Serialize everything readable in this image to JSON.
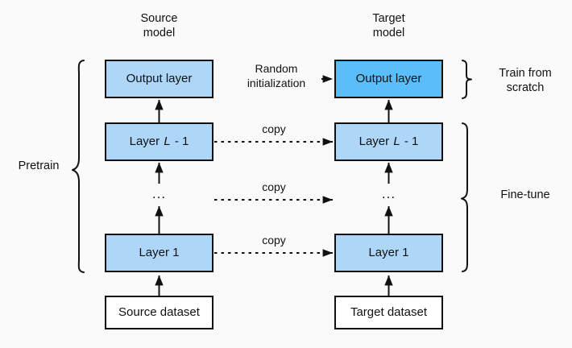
{
  "diagram": {
    "title_source": "Source\nmodel",
    "title_target": "Target\nmodel",
    "background": "#fafafa",
    "colors": {
      "source_layer_fill": "#aed6f8",
      "target_layer_fill": "#aed6f8",
      "target_output_fill": "#5cbdfb",
      "dataset_fill": "#ffffff",
      "stroke": "#111111"
    },
    "columns": [
      {
        "name": "source",
        "heading_line1": "Source",
        "heading_line2": "model",
        "nodes": [
          {
            "label": "Output layer",
            "kind": "layer"
          },
          {
            "label_prefix": "Layer ",
            "label_italic": "L",
            "label_suffix": " - 1",
            "label": "Layer L - 1",
            "kind": "layer"
          },
          {
            "label": "...",
            "kind": "ellipsis"
          },
          {
            "label": "Layer 1",
            "kind": "layer"
          },
          {
            "label": "Source dataset",
            "kind": "dataset"
          }
        ]
      },
      {
        "name": "target",
        "heading_line1": "Target",
        "heading_line2": "model",
        "nodes": [
          {
            "label": "Output layer",
            "kind": "output-highlight"
          },
          {
            "label_prefix": "Layer ",
            "label_italic": "L",
            "label_suffix": " - 1",
            "label": "Layer L - 1",
            "kind": "layer"
          },
          {
            "label": "...",
            "kind": "ellipsis"
          },
          {
            "label": "Layer 1",
            "kind": "layer"
          },
          {
            "label": "Target dataset",
            "kind": "dataset"
          }
        ]
      }
    ],
    "connectors": [
      {
        "name": "random-initialization",
        "label_line1": "Random",
        "label_line2": "initialization",
        "style": "dashed-arrow",
        "row": "output"
      },
      {
        "name": "copy-top",
        "label": "copy",
        "style": "dashed-arrow",
        "row": "layer-l-1"
      },
      {
        "name": "copy-mid",
        "label": "copy",
        "style": "dashed-arrow",
        "row": "ellipsis"
      },
      {
        "name": "copy-bottom",
        "label": "copy",
        "style": "dashed-arrow",
        "row": "layer-1"
      }
    ],
    "braces": [
      {
        "name": "pretrain",
        "label": "Pretrain",
        "side": "left",
        "spans": "Output layer → Layer 1"
      },
      {
        "name": "train-from-scratch",
        "label_line1": "Train from",
        "label_line2": "scratch",
        "side": "right",
        "spans": "Output layer"
      },
      {
        "name": "fine-tune",
        "label": "Fine-tune",
        "side": "right",
        "spans": "Layer L - 1 → Layer 1"
      }
    ]
  }
}
